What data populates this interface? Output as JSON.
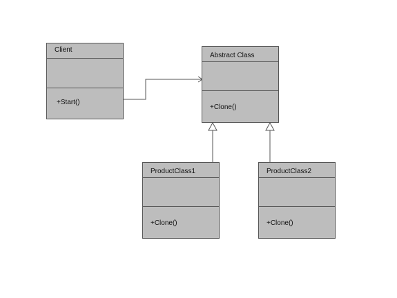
{
  "colors": {
    "class_fill": "#bdbdbd",
    "border": "#555555",
    "text": "#111111",
    "connector": "#555555",
    "background": "#ffffff"
  },
  "classes": {
    "client": {
      "name": "Client",
      "attributes": "",
      "operations": "+Start()"
    },
    "abstract": {
      "name": "Abstract Class",
      "attributes": "",
      "operations": "+Clone()"
    },
    "product1": {
      "name": "ProductClass1",
      "attributes": "",
      "operations": "+Clone()"
    },
    "product2": {
      "name": "ProductClass2",
      "attributes": "",
      "operations": "+Clone()"
    }
  },
  "relations": [
    {
      "kind": "association",
      "from": "client",
      "to": "abstract"
    },
    {
      "kind": "generalization",
      "from": "product1",
      "to": "abstract"
    },
    {
      "kind": "generalization",
      "from": "product2",
      "to": "abstract"
    }
  ]
}
